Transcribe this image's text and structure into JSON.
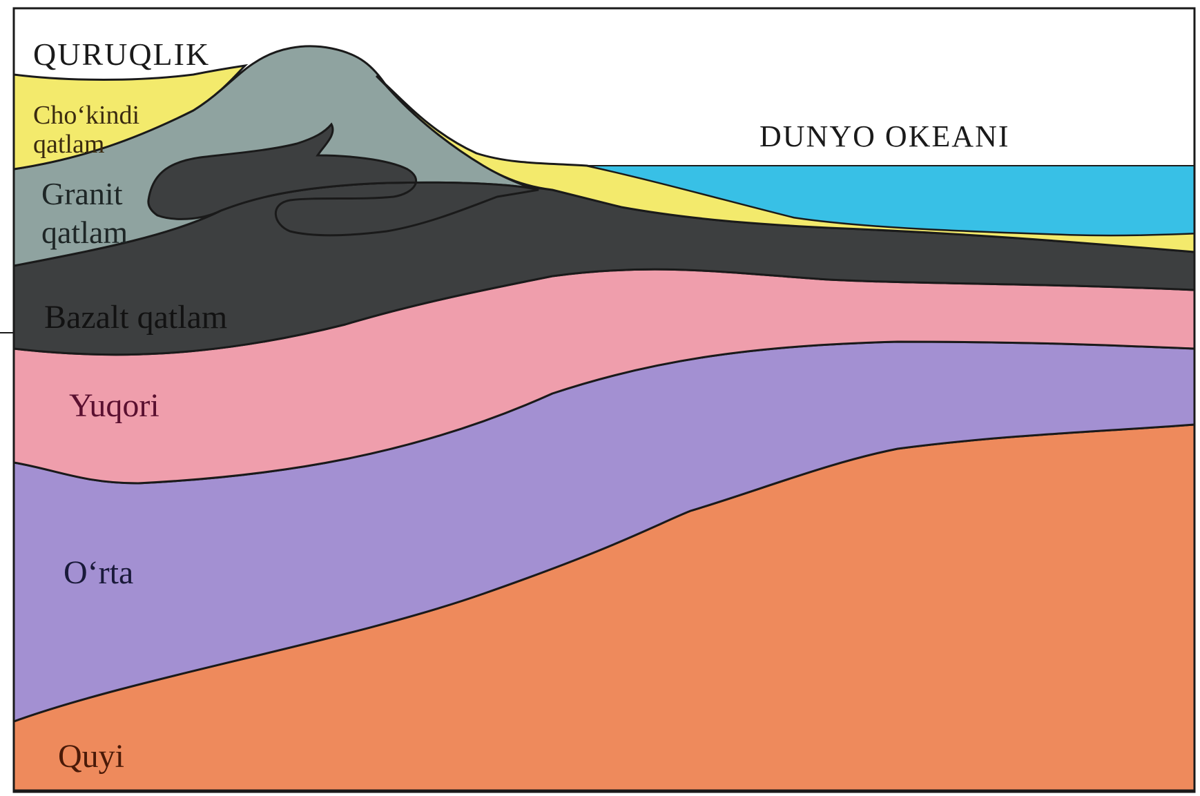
{
  "labels": {
    "land": "QURUQLIK",
    "ocean": "DUNYO OKEANI",
    "sediment_line1": "Cho‘kindi",
    "sediment_line2": "qatlam",
    "granite_line1": "Granit",
    "granite_line2": "qatlam",
    "basalt": "Bazalt qatlam",
    "upper": "Yuqori",
    "middle": "O‘rta",
    "lower": "Quyi"
  },
  "colors": {
    "sediment": "#f3ea6c",
    "granite": "#8fa3a0",
    "basalt": "#3d3f40",
    "ocean": "#38c0e6",
    "upper_mantle": "#ef9eac",
    "middle_mantle": "#a390d2",
    "lower_mantle": "#ee8a5c",
    "outline": "#1a1a1a"
  }
}
